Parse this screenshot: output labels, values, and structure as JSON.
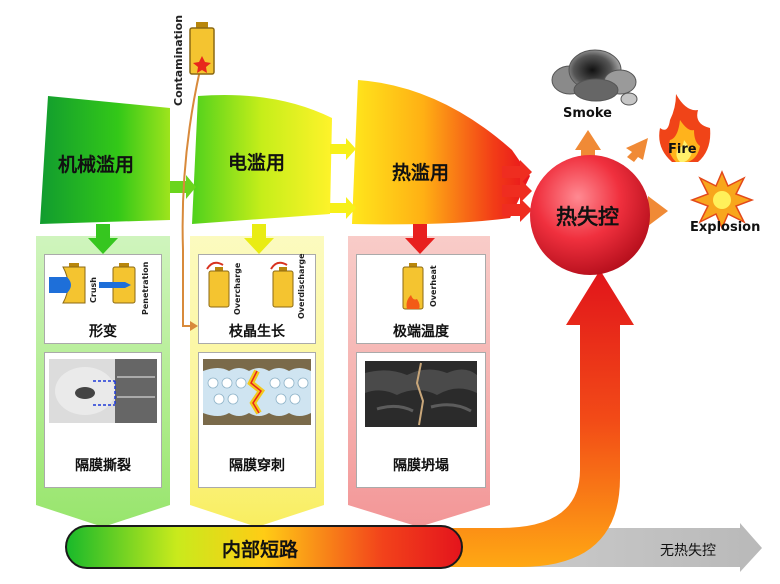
{
  "stages": {
    "mechanical": "机械滥用",
    "electrical": "电滥用",
    "thermal": "热滥用",
    "runaway": "热失控"
  },
  "contamination": "Contamination",
  "outcomes": {
    "smoke": "Smoke",
    "fire": "Fire",
    "explosion": "Explosion"
  },
  "mechanisms": {
    "crush": "Crush",
    "penetration": "Penetration",
    "deformation": "形变",
    "overcharge": "Overcharge",
    "overdischarge": "Overdischarge",
    "dendrite": "枝晶生长",
    "overheat": "Overheat",
    "extreme_temp": "极端温度"
  },
  "separator": {
    "tear": "隔膜撕裂",
    "pierce": "隔膜穿刺",
    "collapse": "隔膜坍塌"
  },
  "short_circuit": "内部短路",
  "no_runaway": "无热失控",
  "colors": {
    "green": "#1fc31f",
    "yellow": "#ffee00",
    "red": "#e8121c",
    "arrow_orange": "#f07f1e"
  }
}
